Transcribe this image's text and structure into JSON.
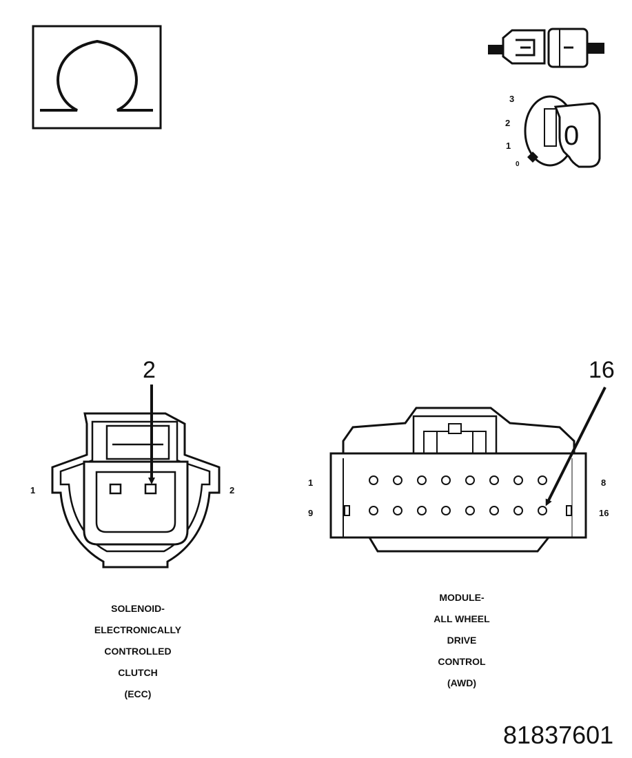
{
  "icons": {
    "ohmmeter": "ohm-symbol-icon",
    "disconnect": "connector-disconnect-icon",
    "ignition": "ignition-key-off-icon"
  },
  "ignition": {
    "positions": [
      "3",
      "2",
      "1",
      "0"
    ],
    "key_label": "0"
  },
  "ecc_connector": {
    "callout_pin": "2",
    "left_pin": "1",
    "right_pin": "2",
    "caption_lines": [
      "SOLENOID-",
      "ELECTRONICALLY",
      "CONTROLLED",
      "CLUTCH",
      "(ECC)"
    ]
  },
  "awd_connector": {
    "callout_pin": "16",
    "row1_left": "1",
    "row1_right": "8",
    "row2_left": "9",
    "row2_right": "16",
    "caption_lines": [
      "MODULE-",
      "ALL WHEEL",
      "DRIVE",
      "CONTROL",
      "(AWD)"
    ]
  },
  "figure_number": "81837601"
}
